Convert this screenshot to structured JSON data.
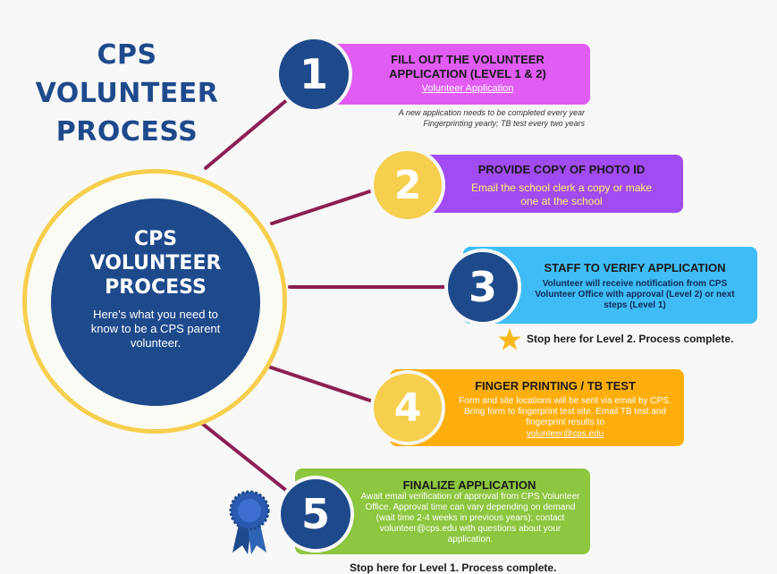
{
  "title": "CPS VOLUNTEER PROCESS",
  "title_lines": [
    "CPS",
    "VOLUNTEER",
    "PROCESS"
  ],
  "hub": {
    "title_lines": [
      "CPS",
      "VOLUNTEER",
      "PROCESS"
    ],
    "subtitle": "Here's what you need to know to be a CPS parent volunteer."
  },
  "colors": {
    "navy": "#1e4a8c",
    "gold": "#f6cf4e",
    "magenta": "#e05cf3",
    "purple": "#a14bf3",
    "sky": "#3fbcf5",
    "orange": "#fdae0c",
    "green": "#8dc63f",
    "connector": "#8c1f52"
  },
  "steps": [
    {
      "number": "1",
      "title": "FILL OUT THE VOLUNTEER APPLICATION (LEVEL 1 & 2)",
      "link": "Volunteer Application",
      "notes": [
        "A new application needs to be completed every year",
        "Fingerprinting yearly; TB test every two years"
      ]
    },
    {
      "number": "2",
      "title": "PROVIDE COPY OF PHOTO ID",
      "body": "Email the school clerk a copy or make one at the school"
    },
    {
      "number": "3",
      "title": "STAFF TO VERIFY APPLICATION",
      "body": "Volunteer will receive notification from CPS Volunteer Office with approval (Level 2) or next steps (Level 1)",
      "stop": "Stop here for Level 2. Process complete."
    },
    {
      "number": "4",
      "title": "FINGER PRINTING / TB TEST",
      "body": "Form and site locations will be sent via email by CPS. Bring form to fingerprint test site. Email TB test and fingerprint results to",
      "link": "volunteer@cps.edu"
    },
    {
      "number": "5",
      "title": "FINALIZE APPLICATION",
      "body": "Await email verification of approval from CPS Volunteer Office. Approval time can vary depending on demand (wait time 2-4 weeks in previous years); contact volunteer@cps.edu with questions about your application.",
      "stop": "Stop here for Level 1. Process complete."
    }
  ]
}
